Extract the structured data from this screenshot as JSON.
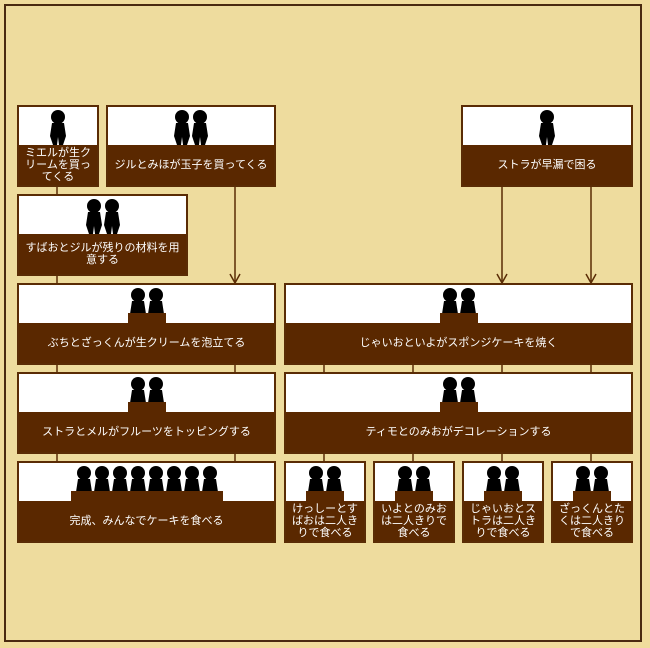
{
  "nodes": [
    {
      "id": "n1",
      "label": "ミエルが生クリームを買ってくる",
      "figures": 1,
      "table": false
    },
    {
      "id": "n2",
      "label": "ジルとみほが玉子を買ってくる",
      "figures": 2,
      "table": false
    },
    {
      "id": "n3",
      "label": "ストラが早漏で困る",
      "figures": 1,
      "table": false
    },
    {
      "id": "n4",
      "label": "すばおとジルが残りの材料を用意する",
      "figures": 2,
      "table": false
    },
    {
      "id": "n5",
      "label": "ぶちとざっくんが生クリームを泡立てる",
      "figures": 2,
      "table": true
    },
    {
      "id": "n6",
      "label": "じゃいおといよがスポンジケーキを焼く",
      "figures": 2,
      "table": true
    },
    {
      "id": "n7",
      "label": "ストラとメルがフルーツをトッピングする",
      "figures": 2,
      "table": true
    },
    {
      "id": "n8",
      "label": "ティモとのみおがデコレーションする",
      "figures": 2,
      "table": true
    },
    {
      "id": "n9",
      "label": "完成、みんなでケーキを食べる",
      "figures": 8,
      "table": true
    },
    {
      "id": "n10",
      "label": "けっしーとすばおは二人きりで食べる",
      "figures": 2,
      "table": true
    },
    {
      "id": "n11",
      "label": "いよとのみおは二人きりで食べる",
      "figures": 2,
      "table": true
    },
    {
      "id": "n12",
      "label": "じゃいおとストラは二人きりで食べる",
      "figures": 2,
      "table": true
    },
    {
      "id": "n13",
      "label": "ざっくんとたくは二人きりで食べる",
      "figures": 2,
      "table": true
    }
  ],
  "edges": [
    {
      "from": "n1",
      "to": "n4",
      "arrow": false
    },
    {
      "from": "n2",
      "to": "n5",
      "arrow": true
    },
    {
      "from": "n3",
      "to": "n6",
      "arrow": true
    },
    {
      "from": "n3",
      "to": "n6",
      "arrow": true,
      "alt": true
    },
    {
      "from": "n4",
      "to": "n5",
      "arrow": false
    },
    {
      "from": "n5",
      "to": "n7",
      "arrow": false
    },
    {
      "from": "n6",
      "to": "n8",
      "arrow": false
    },
    {
      "from": "n7",
      "to": "n9",
      "arrow": false
    },
    {
      "from": "n8",
      "to": "n10",
      "arrow": false
    },
    {
      "from": "n8",
      "to": "n11",
      "arrow": false
    },
    {
      "from": "n8",
      "to": "n12",
      "arrow": false
    },
    {
      "from": "n8",
      "to": "n13",
      "arrow": false
    }
  ],
  "colors": {
    "box_fill": "#5a2800",
    "box_border": "#5a2c05",
    "figure": "#000000",
    "table": "#5a2800",
    "background": "#eedc9e"
  }
}
